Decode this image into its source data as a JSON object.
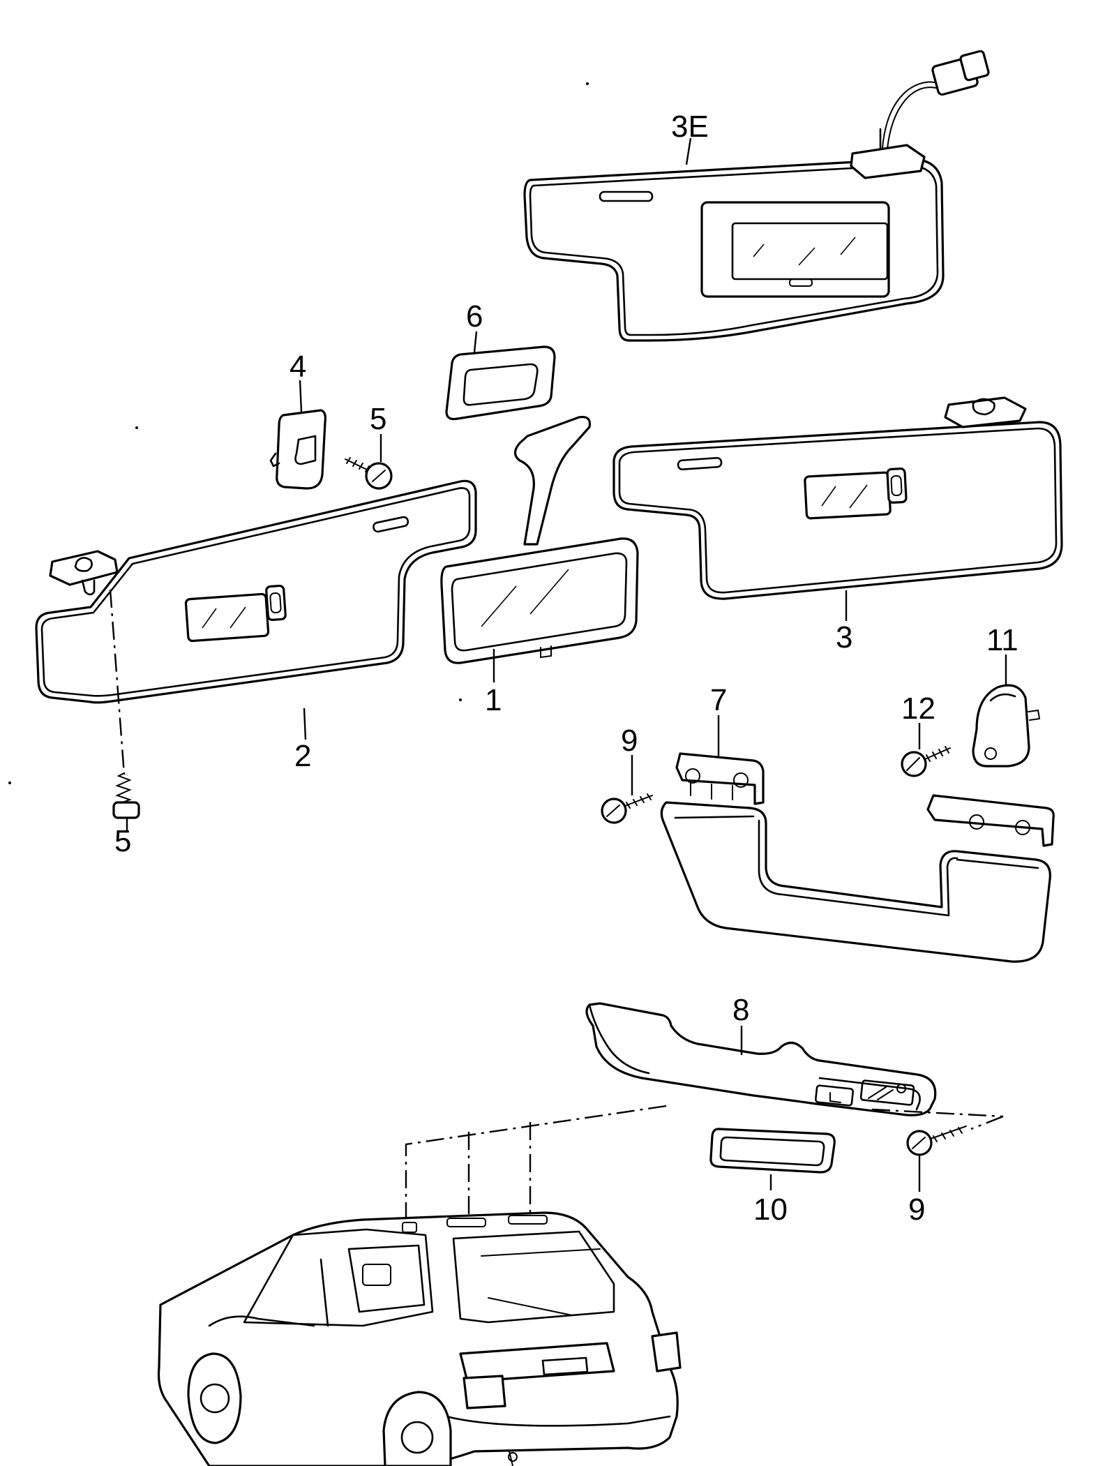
{
  "callouts": {
    "c1": "1",
    "c2": "2",
    "c3": "3",
    "c3e": "3E",
    "c4": "4",
    "c5a": "5",
    "c5b": "5",
    "c6": "6",
    "c7": "7",
    "c8": "8",
    "c9a": "9",
    "c9b": "9",
    "c10": "10",
    "c11": "11",
    "c12": "12"
  },
  "style": {
    "line_color": "#000000",
    "background": "#ffffff"
  }
}
